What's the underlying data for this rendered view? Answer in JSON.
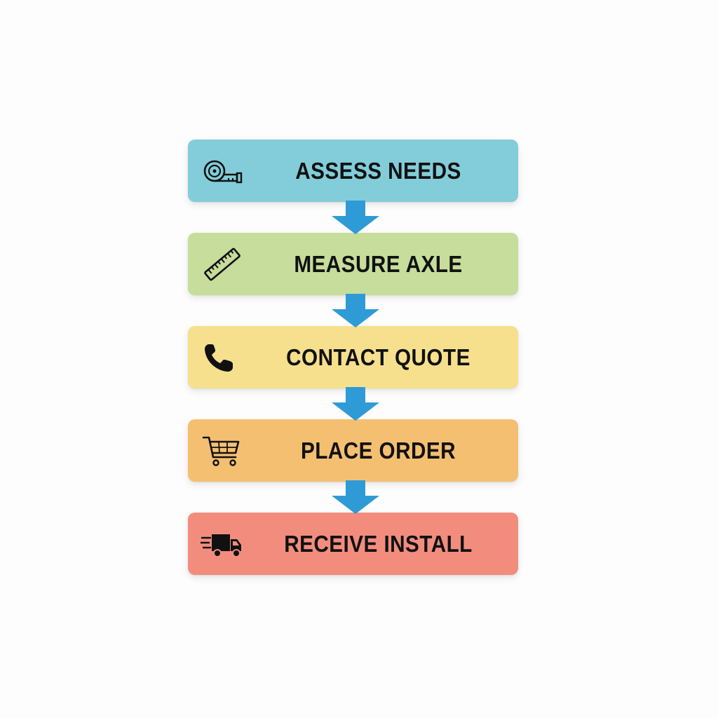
{
  "colors": {
    "arrow": "#2e9bd6",
    "step_1": "#82cdd9",
    "step_2": "#c6dd9b",
    "step_3": "#f6e08e",
    "step_4": "#f5bf72",
    "step_5": "#f28d7e"
  },
  "steps": [
    {
      "label": "ASSESS NEEDS",
      "icon": "tape-measure-icon"
    },
    {
      "label": "MEASURE AXLE",
      "icon": "ruler-icon"
    },
    {
      "label": "CONTACT QUOTE",
      "icon": "phone-icon"
    },
    {
      "label": "PLACE ORDER",
      "icon": "shopping-cart-icon"
    },
    {
      "label": "RECEIVE INSTALL",
      "icon": "delivery-truck-icon"
    }
  ]
}
